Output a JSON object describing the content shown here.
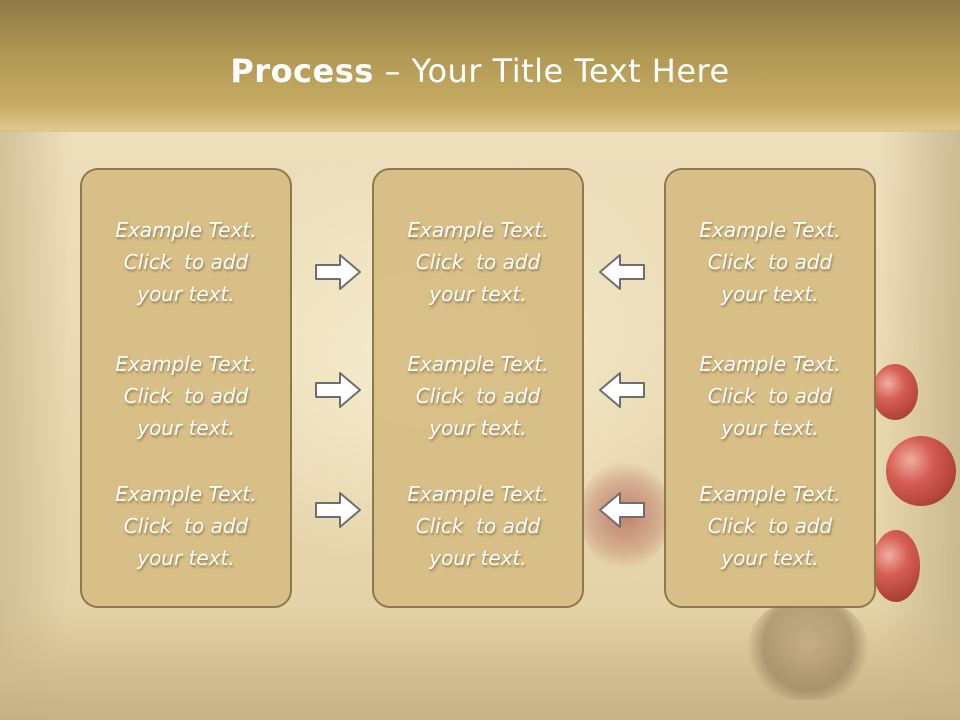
{
  "slide": {
    "title_bold": "Process",
    "title_rest": " – Your Title Text Here",
    "background_colors": {
      "title_bar": "#b39a55",
      "panel": "#d8be86",
      "panel_border": "#8c7548",
      "text": "#ffffff",
      "arrow_fill": "#ffffff",
      "arrow_stroke": "#6e6e6e"
    },
    "columns": [
      {
        "blocks": [
          {
            "line1": "Example Text.",
            "line2": "Click  to add",
            "line3": "your text."
          },
          {
            "line1": "Example Text.",
            "line2": "Click  to add",
            "line3": "your text."
          },
          {
            "line1": "Example Text.",
            "line2": "Click  to add",
            "line3": "your text."
          }
        ]
      },
      {
        "blocks": [
          {
            "line1": "Example Text.",
            "line2": "Click  to add",
            "line3": "your text."
          },
          {
            "line1": "Example Text.",
            "line2": "Click  to add",
            "line3": "your text."
          },
          {
            "line1": "Example Text.",
            "line2": "Click  to add",
            "line3": "your text."
          }
        ]
      },
      {
        "blocks": [
          {
            "line1": "Example Text.",
            "line2": "Click  to add",
            "line3": "your text."
          },
          {
            "line1": "Example Text.",
            "line2": "Click  to add",
            "line3": "your text."
          },
          {
            "line1": "Example Text.",
            "line2": "Click  to add",
            "line3": "your text."
          }
        ]
      }
    ],
    "icons": {
      "left_arrows": "arrow-right-icon",
      "right_arrows": "arrow-left-icon"
    }
  }
}
